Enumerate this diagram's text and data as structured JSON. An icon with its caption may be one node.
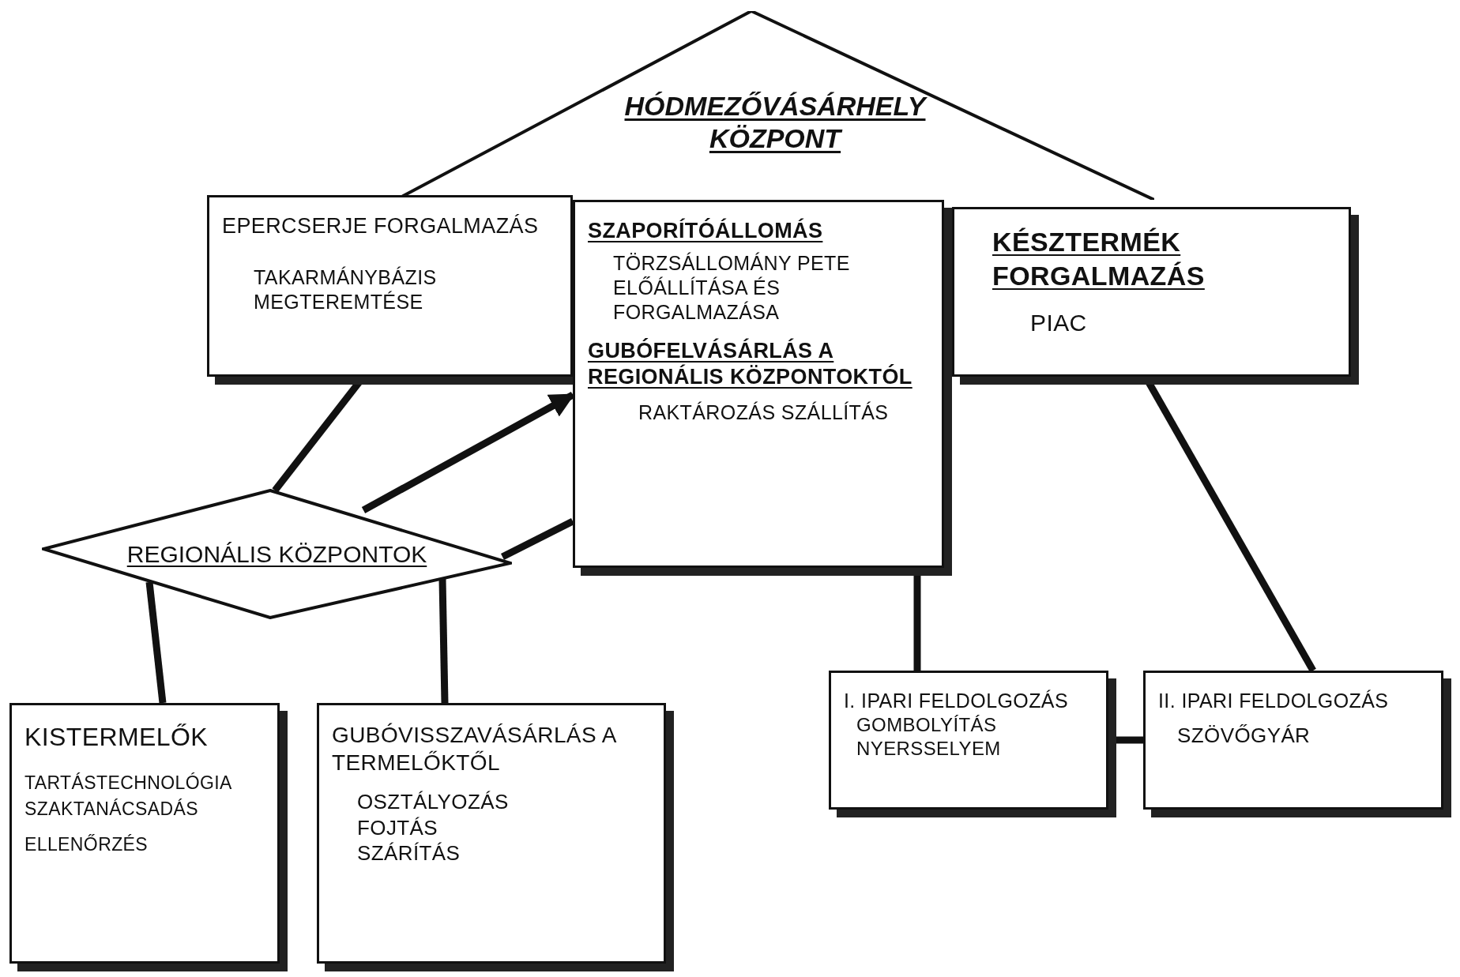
{
  "diagram": {
    "nodes": [
      {
        "text": [
          "HÓDMEZŐVÁSÁRHELY KÖZPONT"
        ]
      },
      {
        "text": [
          "EPERCSERJE FORGALMAZÁS",
          "TAKARMÁNYBÁZIS MEGTEREMTÉSE"
        ]
      },
      {
        "text": [
          "SZAPORÍTÓÁLLOMÁS",
          "TÖRZSÁLLOMÁNY PETE ELŐÁLLÍTÁSA ÉS FORGALMAZÁSA",
          "GUBÓFELVÁSÁRLÁS A REGIONÁLIS KÖZPONTOKTÓL",
          "RAKTÁROZÁS SZÁLLÍTÁS"
        ]
      },
      {
        "text": [
          "KÉSZTERMÉK FORGALMAZÁS",
          "PIAC"
        ]
      },
      {
        "text": [
          "REGIONÁLIS KÖZPONTOK"
        ]
      },
      {
        "text": [
          "KISTERMELŐK",
          "TARTÁSTECHNOLÓGIA",
          "SZAKTANÁCSADÁS",
          "ELLENŐRZÉS"
        ]
      },
      {
        "text": [
          "GUBÓVISSZAVÁSÁRLÁS A TERMELŐKTŐL",
          "OSZTÁLYOZÁS",
          "FOJTÁS",
          "SZÁRÍTÁS"
        ]
      },
      {
        "text": [
          "I. IPARI FELDOLGOZÁS",
          "GOMBOLYÍTÁS",
          "NYERSSELYEM"
        ]
      },
      {
        "text": [
          "II. IPARI FELDOLGOZÁS",
          "SZÖVŐGYÁR"
        ]
      }
    ],
    "edges": [
      {
        "from": 1,
        "to": 4,
        "arrow": "none"
      },
      {
        "from": 4,
        "to": 2,
        "arrow": "to"
      },
      {
        "from": 4,
        "to": 2,
        "arrow": "none"
      },
      {
        "from": 4,
        "to": 5,
        "arrow": "none"
      },
      {
        "from": 4,
        "to": 6,
        "arrow": "none"
      },
      {
        "from": 2,
        "to": 7,
        "arrow": "none"
      },
      {
        "from": 3,
        "to": 8,
        "arrow": "none"
      },
      {
        "from": 7,
        "to": 8,
        "arrow": "none"
      }
    ]
  }
}
